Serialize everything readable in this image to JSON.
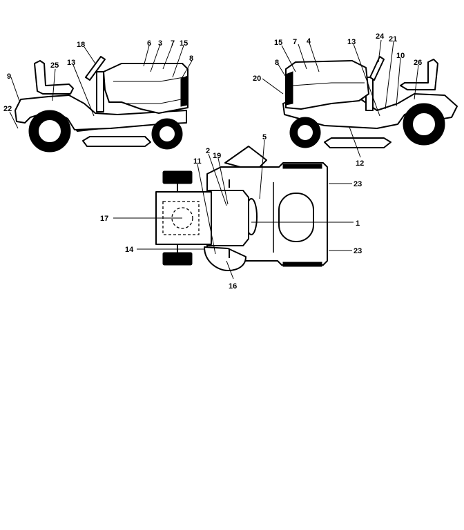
{
  "callouts": [
    {
      "id": "l-left-18",
      "text": "18"
    },
    {
      "id": "l-left-6",
      "text": "6"
    },
    {
      "id": "l-left-3",
      "text": "3"
    },
    {
      "id": "l-left-7",
      "text": "7"
    },
    {
      "id": "l-left-15",
      "text": "15"
    },
    {
      "id": "l-left-8",
      "text": "8"
    },
    {
      "id": "l-left-9",
      "text": "9"
    },
    {
      "id": "l-left-25",
      "text": "25"
    },
    {
      "id": "l-left-13",
      "text": "13"
    },
    {
      "id": "l-left-22",
      "text": "22"
    },
    {
      "id": "l-right-15",
      "text": "15"
    },
    {
      "id": "l-right-7",
      "text": "7"
    },
    {
      "id": "l-right-4",
      "text": "4"
    },
    {
      "id": "l-right-13",
      "text": "13"
    },
    {
      "id": "l-right-24",
      "text": "24"
    },
    {
      "id": "l-right-21",
      "text": "21"
    },
    {
      "id": "l-right-10",
      "text": "10"
    },
    {
      "id": "l-right-8",
      "text": "8"
    },
    {
      "id": "l-right-20",
      "text": "20"
    },
    {
      "id": "l-right-26",
      "text": "26"
    },
    {
      "id": "l-right-12",
      "text": "12"
    },
    {
      "id": "l-top-5",
      "text": "5"
    },
    {
      "id": "l-top-2",
      "text": "2"
    },
    {
      "id": "l-top-19",
      "text": "19"
    },
    {
      "id": "l-top-11",
      "text": "11"
    },
    {
      "id": "l-top-23a",
      "text": "23"
    },
    {
      "id": "l-top-17",
      "text": "17"
    },
    {
      "id": "l-top-1",
      "text": "1"
    },
    {
      "id": "l-top-14",
      "text": "14"
    },
    {
      "id": "l-top-23b",
      "text": "23"
    },
    {
      "id": "l-top-16",
      "text": "16"
    }
  ]
}
